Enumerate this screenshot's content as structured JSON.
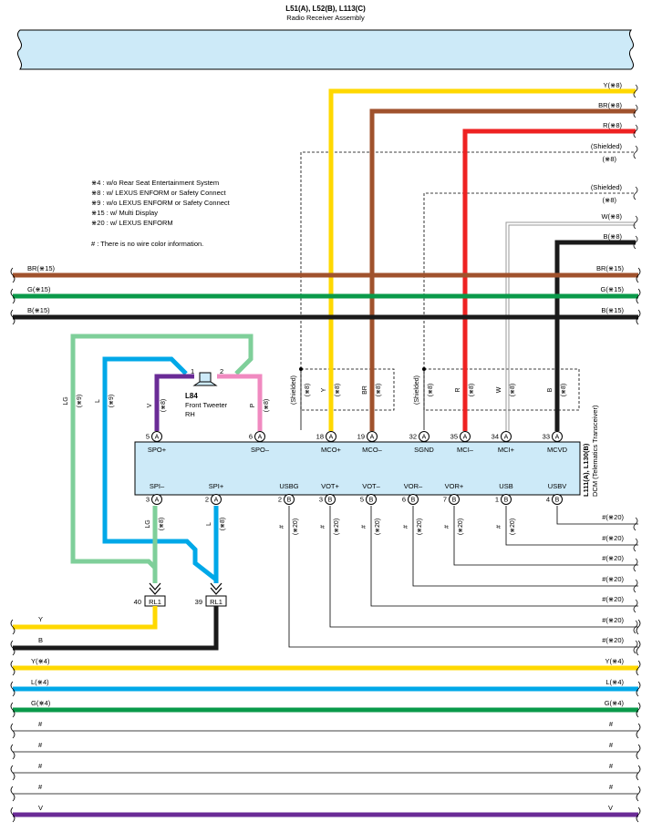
{
  "header": {
    "connectors": "L51(A), L52(B), L113(C)",
    "subtitle": "Radio Receiver Assembly"
  },
  "legend": {
    "items": [
      "⋇4 : w/o Rear Seat Entertainment System",
      "⋇8 : w/ LEXUS ENFORM or Safety Connect",
      "⋇9 : w/o LEXUS ENFORM or Safety Connect",
      "⋇15 : w/ Multi Display",
      "⋇20 : w/ LEXUS ENFORM"
    ],
    "note": "# : There is no wire color information."
  },
  "colors": {
    "Y": "#ffd800",
    "BR": "#a0522d",
    "R": "#ee2222",
    "W": "#aaaaaa",
    "B": "#1a1a1a",
    "G": "#0a9a4a",
    "L": "#00a8e8",
    "LG": "#7fcf9a",
    "V": "#6a2b96",
    "P": "#f08ac0",
    "module": "#cdeaf8"
  },
  "top_right_wires": [
    {
      "label": "Y(⋇8)",
      "color": "Y"
    },
    {
      "label": "BR(⋇8)",
      "color": "BR"
    },
    {
      "label": "R(⋇8)",
      "color": "R"
    },
    {
      "label": "(Shielded)",
      "sub": "(⋇8)",
      "color": "shield"
    },
    {
      "label": "(Shielded)",
      "sub": "(⋇8)",
      "color": "shield"
    },
    {
      "label": "W(⋇8)",
      "color": "W"
    },
    {
      "label": "B(⋇8)",
      "color": "B"
    }
  ],
  "bus_lines_upper": [
    {
      "left": "BR(⋇15)",
      "right": "BR(⋇15)",
      "color": "BR"
    },
    {
      "left": "G(⋇15)",
      "right": "G(⋇15)",
      "color": "G"
    },
    {
      "left": "B(⋇15)",
      "right": "B(⋇15)",
      "color": "B"
    }
  ],
  "tweeter": {
    "id": "L84",
    "name": "Front Tweeter",
    "side": "RH",
    "pin1": "1",
    "pin2": "2"
  },
  "dcm": {
    "name": "L111(A), L130(B)",
    "sub": "DCM (Telematics Transceiver)",
    "top_pins": [
      {
        "num": "5",
        "conn": "A",
        "label": "SPO+"
      },
      {
        "num": "6",
        "conn": "A",
        "label": "SPO–"
      },
      {
        "num": "18",
        "conn": "A",
        "label": "MCO+"
      },
      {
        "num": "19",
        "conn": "A",
        "label": "MCO–"
      },
      {
        "num": "32",
        "conn": "A",
        "label": "SGND"
      },
      {
        "num": "35",
        "conn": "A",
        "label": "MCI–"
      },
      {
        "num": "34",
        "conn": "A",
        "label": "MCI+"
      },
      {
        "num": "33",
        "conn": "A",
        "label": "MCVD"
      }
    ],
    "bottom_pins": [
      {
        "num": "3",
        "conn": "A",
        "label": "SPI–"
      },
      {
        "num": "2",
        "conn": "A",
        "label": "SPI+"
      },
      {
        "num": "2",
        "conn": "B",
        "label": "USBG"
      },
      {
        "num": "3",
        "conn": "B",
        "label": "VOT+"
      },
      {
        "num": "5",
        "conn": "B",
        "label": "VOT–"
      },
      {
        "num": "6",
        "conn": "B",
        "label": "VOR–"
      },
      {
        "num": "7",
        "conn": "B",
        "label": "VOR+"
      },
      {
        "num": "1",
        "conn": "B",
        "label": "USB"
      },
      {
        "num": "4",
        "conn": "B",
        "label": "USBV"
      }
    ]
  },
  "wire_tags": {
    "V": "V",
    "P": "P",
    "Y": "Y",
    "BR": "BR",
    "R": "R",
    "W": "W",
    "B": "B",
    "LG": "LG",
    "L": "L",
    "hash": "#",
    "shielded": "(Shielded)",
    "s8": "(⋇8)",
    "s9": "(⋇9)",
    "s20": "(⋇20)"
  },
  "relay": [
    {
      "num": "40",
      "label": "RL1"
    },
    {
      "num": "39",
      "label": "RL1"
    }
  ],
  "right_hash_wires": [
    "#(⋇20)",
    "#(⋇20)",
    "#(⋇20)",
    "#(⋇20)",
    "#(⋇20)",
    "#(⋇20)",
    "#(⋇20)"
  ],
  "left_wires_from_relay": [
    {
      "label": "Y",
      "color": "Y"
    },
    {
      "label": "B",
      "color": "B"
    }
  ],
  "bus_lines_lower": [
    {
      "left": "Y(⋇4)",
      "right": "Y(⋇4)",
      "color": "Y"
    },
    {
      "left": "L(⋇4)",
      "right": "L(⋇4)",
      "color": "L"
    },
    {
      "left": "G(⋇4)",
      "right": "G(⋇4)",
      "color": "G"
    },
    {
      "left": "#",
      "right": "#",
      "color": "thin"
    },
    {
      "left": "#",
      "right": "#",
      "color": "thin"
    },
    {
      "left": "#",
      "right": "#",
      "color": "thin"
    },
    {
      "left": "#",
      "right": "#",
      "color": "thin"
    },
    {
      "left": "V",
      "right": "V",
      "color": "V"
    }
  ]
}
